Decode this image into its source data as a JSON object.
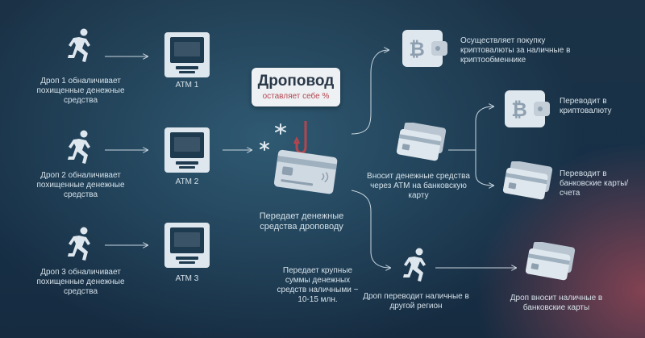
{
  "drops": [
    {
      "text": "Дроп 1 обналичивает похищенные денежные средства",
      "atm": "ATM 1"
    },
    {
      "text": "Дроп 2 обналичивает похищенные денежные средства",
      "atm": "ATM 2"
    },
    {
      "text": "Дроп 3 обналичивает похищенные денежные средства",
      "atm": "ATM 3"
    }
  ],
  "dropovod": {
    "title": "Дроповод",
    "subtitle": "оставляет себе %",
    "caption": "Передает денежные средства дроповоду"
  },
  "large_sums": "Передает крупные суммы денежных средств наличными ~ 10-15 млн.",
  "branches": {
    "crypto_buy": "Осуществляет покупку криптовалюты за наличные в криптообменнике",
    "atm_deposit": "Вносит денежные средства через ATM на банковскую карту",
    "to_crypto": "Переводит в криптовалюту",
    "to_cards": "Переводит в банковские карты/счета",
    "region": "Дроп переводит наличные в другой регион",
    "deposit_cards": "Дроп вносит наличные в банковские карты"
  },
  "colors": {
    "accent_red": "#b4454f",
    "line": "#c9d6df",
    "icon_light": "#dfe7ee"
  }
}
